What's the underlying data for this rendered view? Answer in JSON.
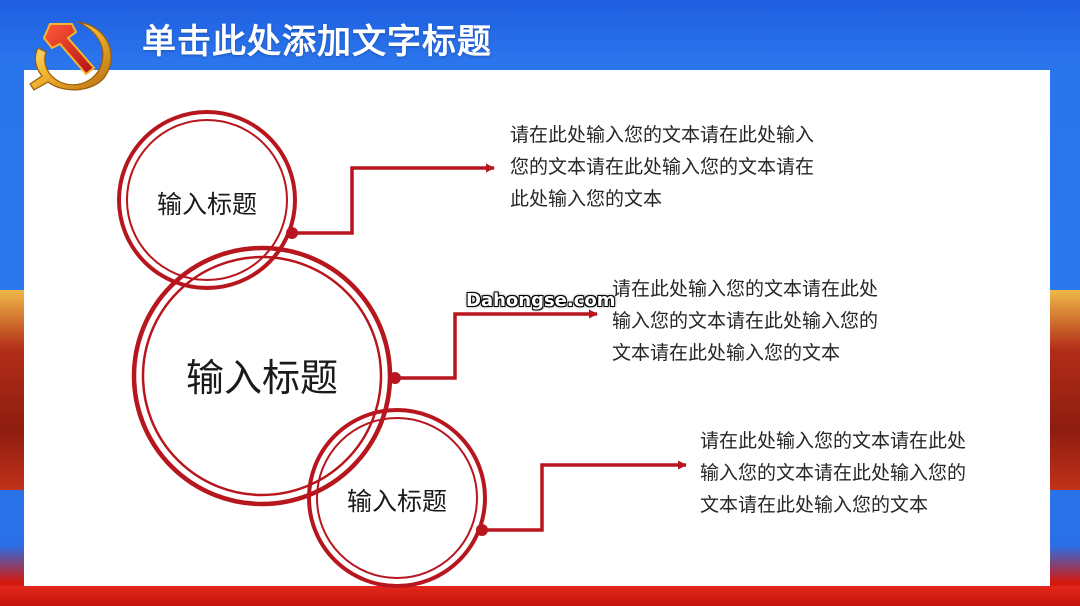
{
  "slide": {
    "title": "单击此处添加文字标题"
  },
  "colors": {
    "header_blue": "#2a6fe6",
    "accent_red": "#b8161e",
    "panel": "#ffffff",
    "floor_red": "#e3261b",
    "emblem_gold": "#f2b630"
  },
  "icons": {
    "emblem": "hammer-and-sickle-emblem-icon"
  },
  "diagram": {
    "circles": [
      {
        "label": "输入标题"
      },
      {
        "label": "输入标题"
      },
      {
        "label": "输入标题"
      }
    ],
    "descriptions": [
      {
        "lines": [
          "请在此处输入您的文本请在此处输入",
          "您的文本请在此处输入您的文本请在",
          "此处输入您的文本"
        ]
      },
      {
        "lines": [
          "请在此处输入您的文本请在此处",
          "输入您的文本请在此处输入您的",
          "文本请在此处输入您的文本"
        ]
      },
      {
        "lines": [
          "请在此处输入您的文本请在此处",
          "输入您的文本请在此处输入您的",
          "文本请在此处输入您的文本"
        ]
      }
    ]
  },
  "watermark": "Dahongse.com"
}
